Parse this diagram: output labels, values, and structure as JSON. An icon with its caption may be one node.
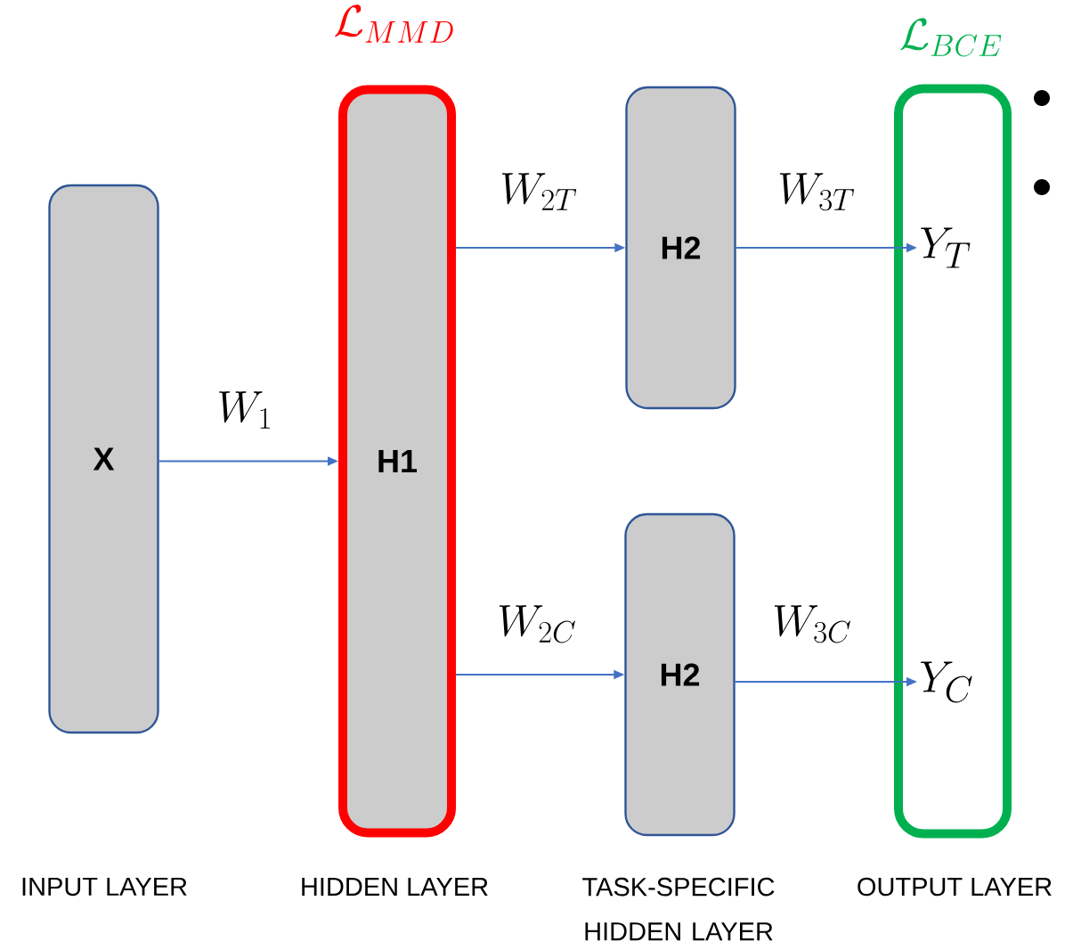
{
  "diagram": {
    "nodes": [
      {
        "text": [
          "X"
        ]
      },
      {
        "text": [
          "\\mathcal{L}_{MMD}",
          "H1"
        ]
      },
      {
        "text": [
          "H2"
        ]
      },
      {
        "text": [
          "H2"
        ]
      },
      {
        "text": [
          "\\mathcal{L}_{BCE}"
        ]
      },
      {
        "text": [
          "Y_T"
        ],
        "in": 4
      },
      {
        "text": [
          "Y_C"
        ],
        "in": 4
      }
    ],
    "edges": [
      {
        "from": 0,
        "to": 1,
        "arrow": "to",
        "label": "W_1"
      },
      {
        "from": 1,
        "to": 2,
        "arrow": "to",
        "label": "W_{2T}"
      },
      {
        "from": 1,
        "to": 3,
        "arrow": "to",
        "label": "W_{2C}"
      },
      {
        "from": 2,
        "to": 5,
        "arrow": "to",
        "label": "W_{3T}"
      },
      {
        "from": 3,
        "to": 6,
        "arrow": "to",
        "label": "W_{3C}"
      }
    ],
    "labels": [
      "INPUT LAYER",
      "HIDDEN LAYER",
      "TASK-SPECIFIC HIDDEN LAYER",
      "OUTPUT LAYER"
    ]
  }
}
